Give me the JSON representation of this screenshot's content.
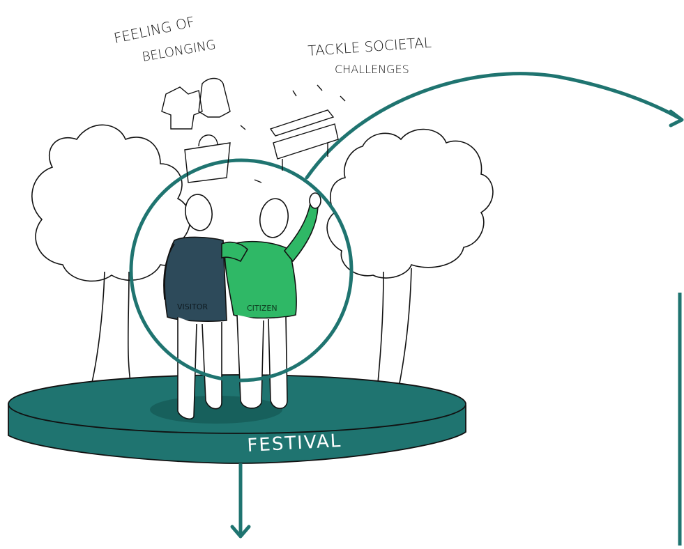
{
  "labels": {
    "belonging_line1": "FEELING OF",
    "belonging_line2": "BELONGING",
    "tackle_line1": "TACKLE SOCIETAL",
    "tackle_line2": "CHALLENGES",
    "visitor": "VISITOR",
    "citizen": "CITIZEN",
    "festival": "FESTIVAL"
  },
  "colors": {
    "teal": "#1f7470",
    "teal_dark": "#17605c",
    "visitor_jacket": "#2d4a5a",
    "citizen_shirt": "#2fb866",
    "outline": "#111111"
  }
}
